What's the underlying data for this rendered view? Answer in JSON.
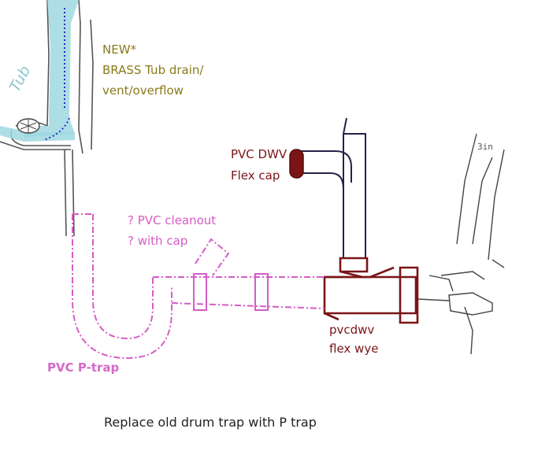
{
  "colors": {
    "brass": "#8a7a1a",
    "dwv": "#7a1417",
    "pvc": "#d65cc6",
    "new_pipe": "#2a1f4a",
    "tub_water": "#9fd8e1",
    "sketch": "#555555"
  },
  "labels": {
    "tub": "Tub",
    "brass_line1": "NEW*",
    "brass_line2": "BRASS Tub drain/",
    "brass_line3": "vent/overflow",
    "cap_line1": "PVC DWV",
    "cap_line2": "Flex cap",
    "cleanout_line1": "? PVC cleanout",
    "cleanout_line2": "? with cap",
    "wye_line1": "pvcdwv",
    "wye_line2": "flex wye",
    "ptrap": "PVC P-trap",
    "sketch_note": "3in",
    "caption": "Replace old drum trap with P trap"
  }
}
